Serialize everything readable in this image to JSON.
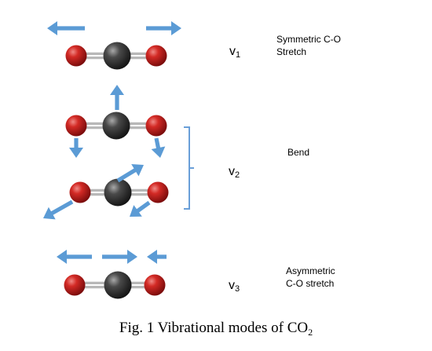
{
  "colors": {
    "oxygen": "#c0171b",
    "carbon": "#3f3f3f",
    "arrow": "#5b9bd5",
    "bracket": "#6a9fd8",
    "bond": "#b8b8b8"
  },
  "modes": [
    {
      "symbol": "v",
      "index": "1",
      "description_lines": [
        "Symmetric C-O",
        "Stretch"
      ]
    },
    {
      "symbol": "v",
      "index": "2",
      "description_lines": [
        "Bend"
      ]
    },
    {
      "symbol": "v",
      "index": "3",
      "description_lines": [
        "Asymmetric",
        "C-O stretch"
      ]
    }
  ],
  "caption": {
    "text": "Fig. 1 Vibrational modes of CO",
    "subscript": "2"
  }
}
